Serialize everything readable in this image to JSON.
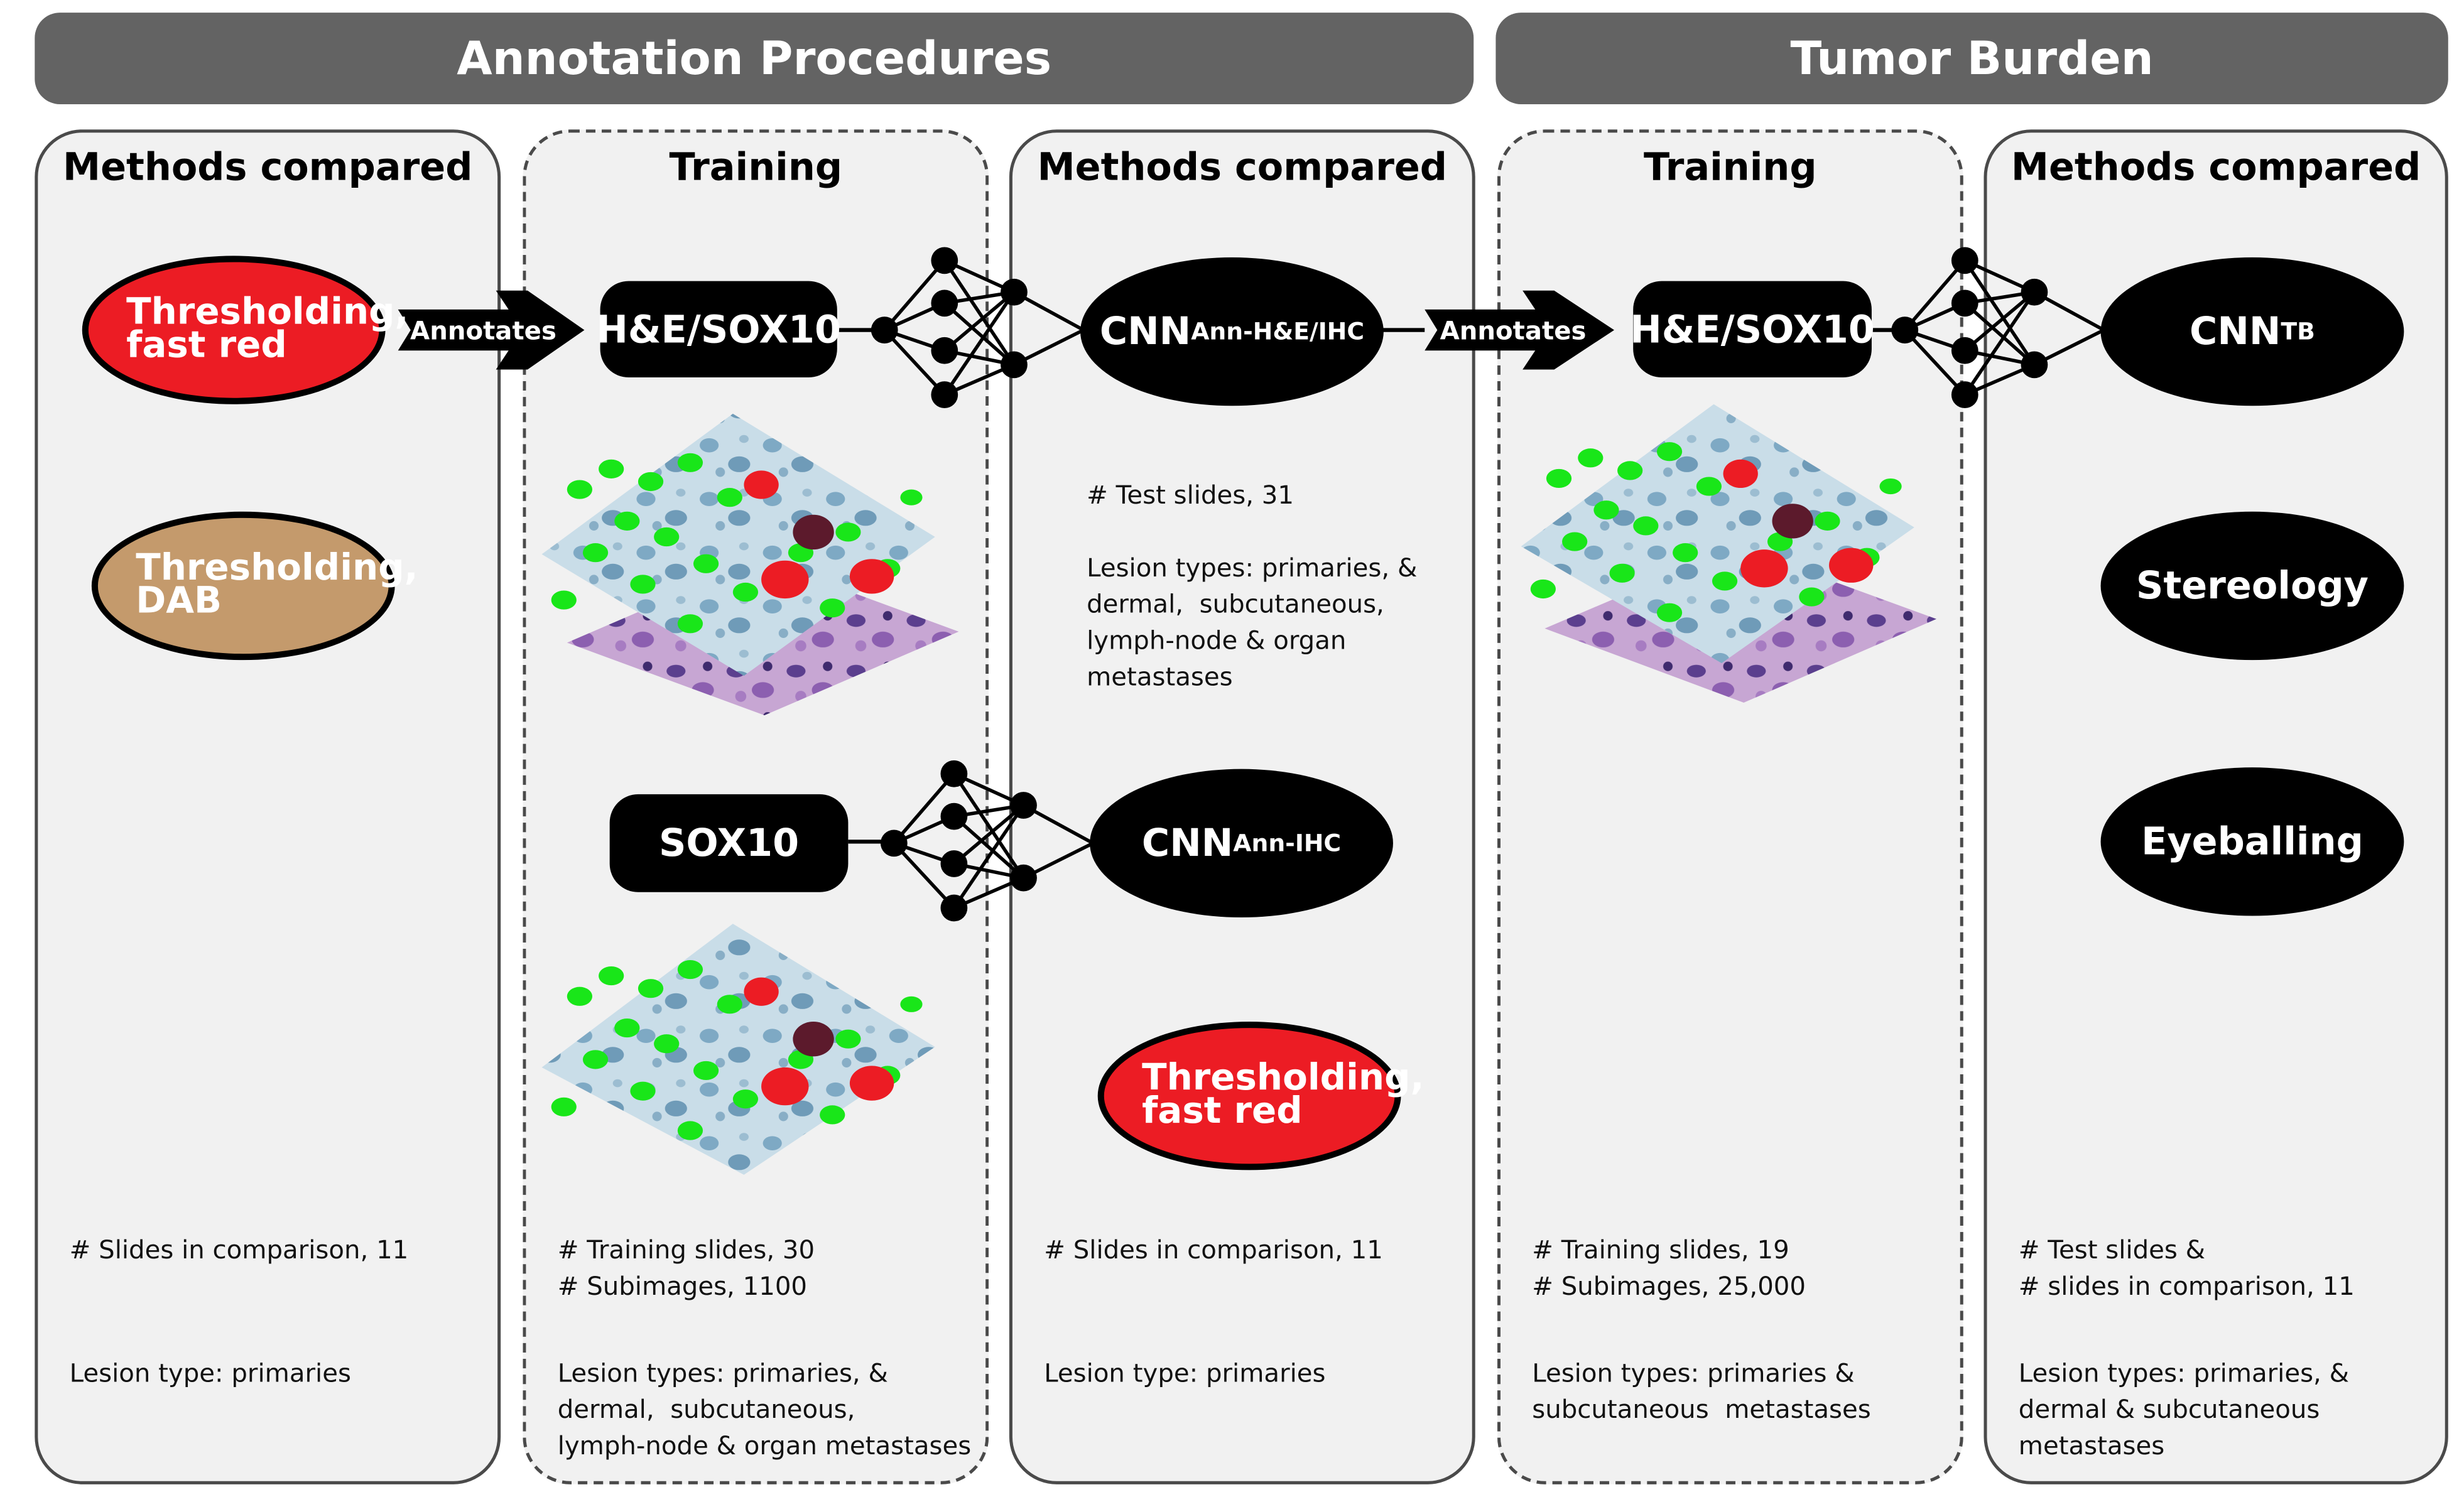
{
  "headers": {
    "annotation": "Annotation Procedures",
    "tumor": "Tumor Burden"
  },
  "panels": {
    "p1": {
      "title": "Methods compared",
      "slides": "# Slides in comparison, 11",
      "lesion": "Lesion type: primaries"
    },
    "p2": {
      "title": "Training",
      "slides": "# Training slides, 30\n# Subimages, 1100",
      "lesion": "Lesion types: primaries, &\ndermal,  subcutaneous,\nlymph-node & organ metastases"
    },
    "p3": {
      "title": "Methods compared",
      "test": "# Test slides, 31\n\nLesion types: primaries, &\ndermal,  subcutaneous,\nlymph-node & organ\nmetastases",
      "slides": "# Slides in comparison, 11",
      "lesion": "Lesion type: primaries"
    },
    "p4": {
      "title": "Training",
      "slides": "# Training slides, 19\n# Subimages, 25,000",
      "lesion": "Lesion types: primaries &\nsubcutaneous  metastases"
    },
    "p5": {
      "title": "Methods compared",
      "slides": "# Test slides &\n# slides in comparison, 11",
      "lesion": "Lesion types: primaries, &\ndermal & subcutaneous\nmetastases"
    }
  },
  "nodes": {
    "thr_fastred": "Thresholding,\nfast red",
    "thr_dab": "Thresholding,\nDAB",
    "he_sox10": "H&E/SOX10",
    "sox10": "SOX10",
    "cnn_main": "CNN",
    "cnn_ann_he_sub": "Ann-H&E/IHC",
    "cnn_ann_ihc_sub": "Ann-IHC",
    "thr_fastred_2": "Thresholding,\nfast red",
    "he_sox10_2": "H&E/SOX10",
    "cnn_tb_sub": "TB",
    "stereology": "Stereology",
    "eyeballing": "Eyeballing"
  },
  "arrows": {
    "annotates": "Annotates"
  },
  "colors": {
    "header_bg": "#636363",
    "panel_bg": "#f1f1f1",
    "fast_red": "#ec1c24",
    "dab": "#c49a6c",
    "annotation_dot": "#19e619"
  },
  "icons": [
    "neural-network-icon",
    "tissue-stack-icon",
    "arrow-icon"
  ]
}
